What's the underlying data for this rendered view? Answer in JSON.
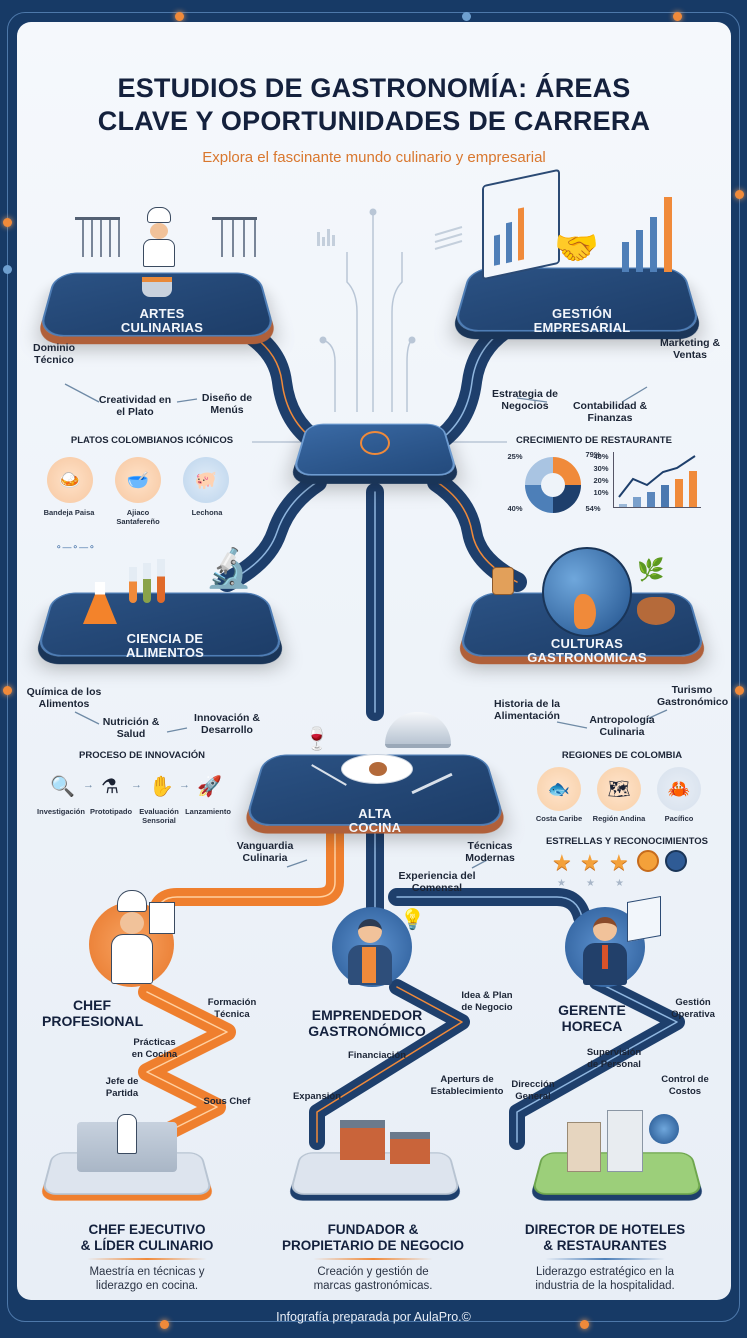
{
  "header": {
    "title_line1": "ESTUDIOS DE GASTRONOMÍA: ÁREAS",
    "title_line2": "CLAVE Y OPORTUNIDADES DE CARRERA",
    "subtitle": "Explora el fascinante mundo culinario y empresarial"
  },
  "colors": {
    "navy": "#1d3d68",
    "orange": "#f08a3a",
    "frame": "#173a66",
    "text": "#14213d"
  },
  "hub": {
    "icon": "chip-hub-icon"
  },
  "areas": {
    "artes": {
      "name_line1": "ARTES",
      "name_line2": "CULINARIAS",
      "labels": [
        "Dominio Técnico",
        "Creatividad en el Plato",
        "Diseño de Menús"
      ],
      "section_title": "PLATOS COLOMBIANOS ICÓNICOS",
      "dishes": [
        "Bandeja Paisa",
        "Ajiaco Santafereño",
        "Lechona"
      ]
    },
    "gestion": {
      "name_line1": "GESTIÓN",
      "name_line2": "EMPRESARIAL",
      "labels": [
        "Marketing & Ventas",
        "Estrategia de Negocios",
        "Contabilidad & Finanzas"
      ],
      "section_title": "CRECIMIENTO DE RESTAURANTE"
    },
    "ciencia": {
      "name_line1": "CIENCIA DE",
      "name_line2": "ALIMENTOS",
      "labels": [
        "Química de los Alimentos",
        "Nutrición & Salud",
        "Innovación & Desarrollo"
      ],
      "section_title": "PROCESO DE INNOVACIÓN",
      "steps": [
        "Investigación",
        "Prototipado",
        "Evaluación Sensorial",
        "Lanzamiento"
      ]
    },
    "culturas": {
      "name_line1": "CULTURAS",
      "name_line2": "GASTRONOMICAS",
      "labels": [
        "Historia de la Alimentación",
        "Antropología Culinaria",
        "Turismo Gastronómico"
      ],
      "section_title": "REGIONES DE COLOMBIA",
      "regions": [
        "Costa Caribe",
        "Región Andina",
        "Pacífico"
      ],
      "section_title2": "ESTRELLAS Y RECONOCIMIENTOS"
    },
    "alta": {
      "name_line1": "ALTA",
      "name_line2": "COCINA",
      "labels": [
        "Vanguardia Culinaria",
        "Técnicas Modernas",
        "Experiencia del Comensal"
      ]
    }
  },
  "chart_data": [
    {
      "type": "pie",
      "title": "CRECIMIENTO DE RESTAURANTE",
      "labels": [
        "25%",
        "79%",
        "54%",
        "40%"
      ],
      "values": [
        25,
        79,
        54,
        40
      ]
    },
    {
      "type": "bar",
      "title": "CRECIMIENTO DE RESTAURANTE",
      "ylabel": "",
      "yticks": [
        "10%",
        "20%",
        "30%",
        "40%"
      ],
      "ylim": [
        0,
        40
      ],
      "values": [
        2,
        8,
        13,
        18,
        25,
        31
      ],
      "trend_line": [
        8,
        20,
        16,
        27,
        30,
        38
      ],
      "grid": false
    }
  ],
  "careers": [
    {
      "title_line1": "CHEF",
      "title_line2": "PROFESIONAL",
      "steps": [
        "Formación Técnica",
        "Prácticas en Cocina",
        "Jefe de Partida",
        "Sous Chef"
      ],
      "final_title_line1": "CHEF EJECUTIVO",
      "final_title_line2": "& LÍDER CULINARIO",
      "final_desc_line1": "Maestría en técnicas y",
      "final_desc_line2": "liderazgo en cocina."
    },
    {
      "title_line1": "EMPRENDEDOR",
      "title_line2": "GASTRONÓMICO",
      "steps": [
        "Idea & Plan de Negocio",
        "Financiación",
        "Aperturs de Establecimiento",
        "Expansión"
      ],
      "final_title_line1": "FUNDADOR &",
      "final_title_line2": "PROPIETARIO DE NEGOCIO",
      "final_desc_line1": "Creación y gestión de",
      "final_desc_line2": "marcas gastronómicas."
    },
    {
      "title_line1": "GERENTE",
      "title_line2": "HORECA",
      "steps": [
        "Gestión Operativa",
        "Supervisión de Personal",
        "Control de Costos",
        "Dirección General"
      ],
      "final_title_line1": "DIRECTOR DE HOTELES",
      "final_title_line2": "& RESTAURANTES",
      "final_desc_line1": "Liderazgo estratégico en la",
      "final_desc_line2": "industria de la hospitalidad."
    }
  ],
  "footer": {
    "text": "Infografía preparada por AulaPro.©"
  }
}
